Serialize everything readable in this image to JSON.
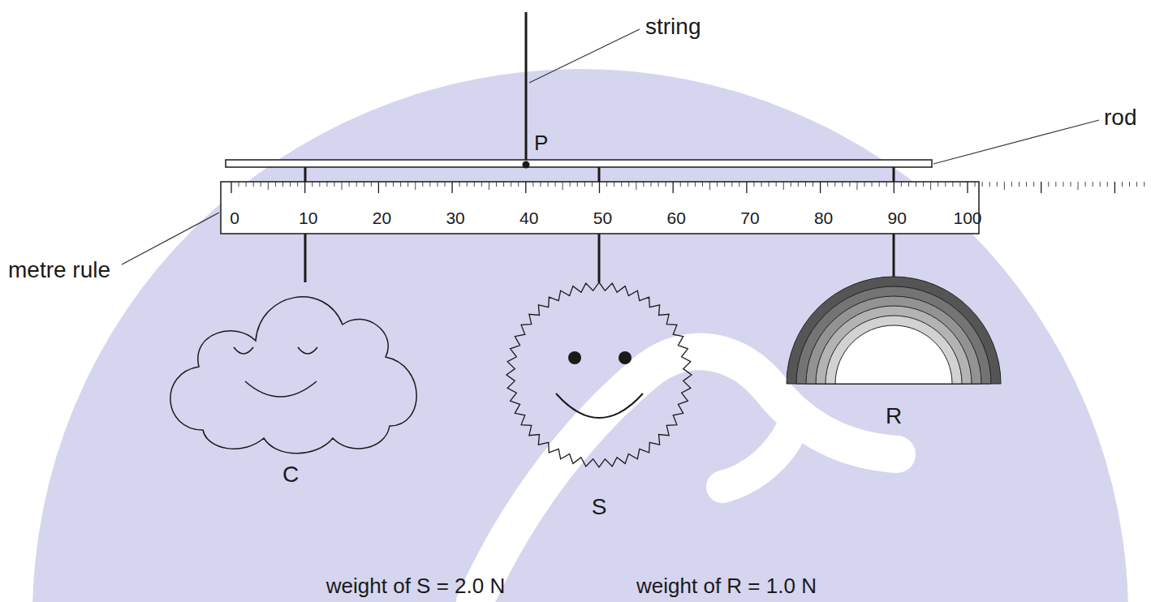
{
  "diagram": {
    "nodes": [
      {
        "text": [
          "C"
        ]
      },
      {
        "text": [
          "S"
        ]
      },
      {
        "text": [
          "R"
        ]
      }
    ],
    "labels": [
      "string",
      "rod",
      "P",
      "metre rule",
      "0",
      "10",
      "20",
      "30",
      "40",
      "50",
      "60",
      "70",
      "80",
      "90",
      "100",
      "weight of S = 2.0 N",
      "weight of R = 1.0 N"
    ]
  }
}
